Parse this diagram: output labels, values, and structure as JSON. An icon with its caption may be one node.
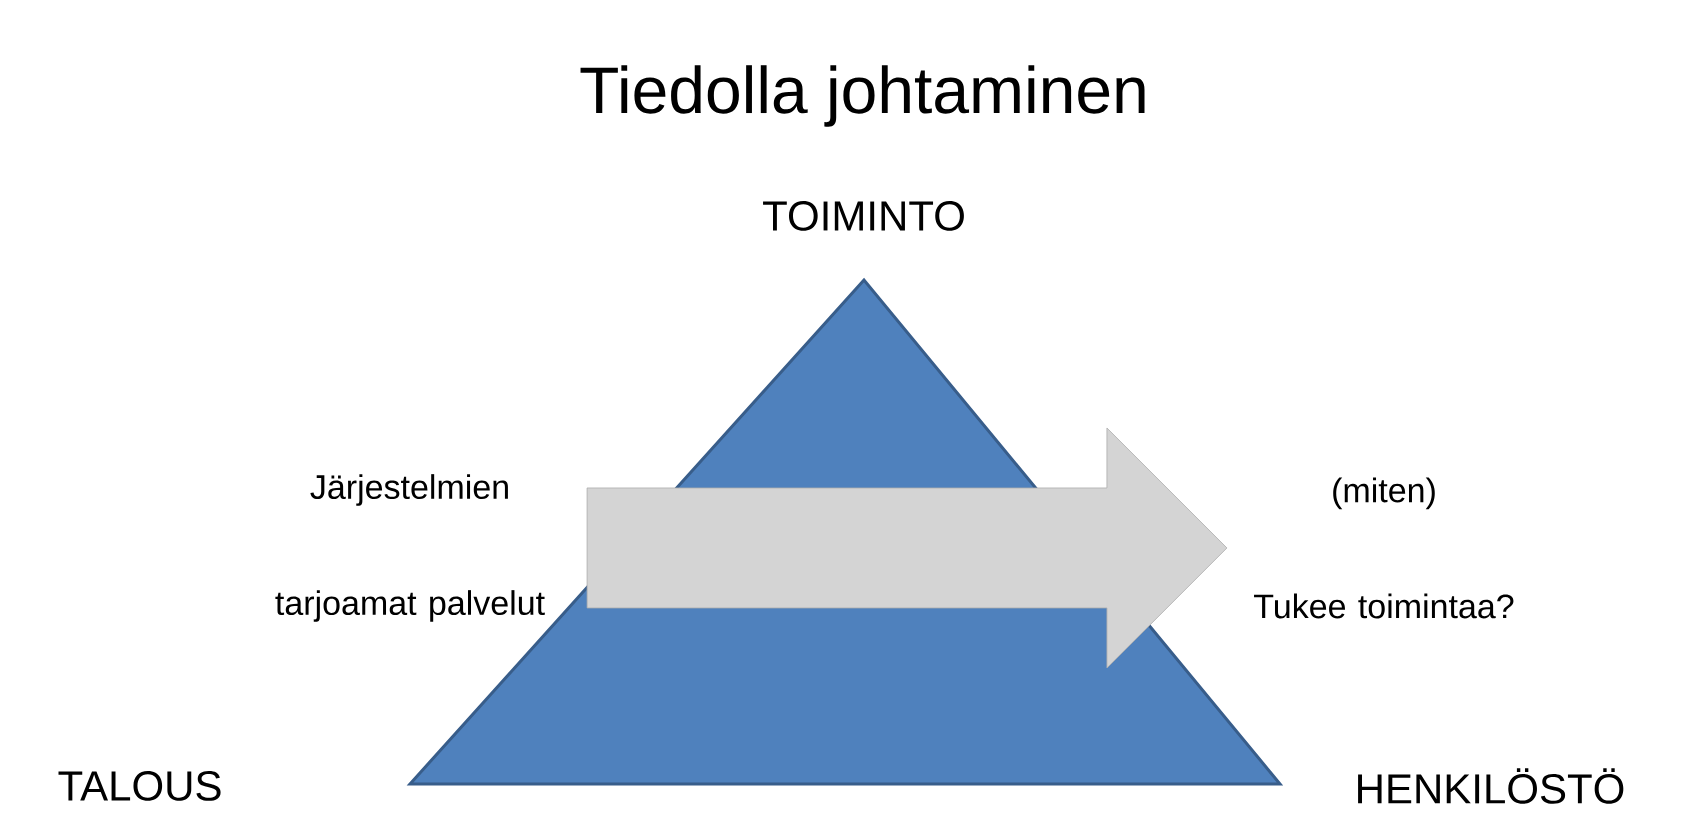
{
  "diagram": {
    "title": "Tiedolla johtaminen",
    "nodes": [
      {
        "text": [],
        "shape": "triangle"
      },
      {
        "text": [
          "Järjestelmien",
          "tarjoamat palvelut"
        ]
      },
      {
        "text": [
          "(miten)",
          "Tukee toimintaa?"
        ]
      }
    ],
    "edges": [
      {
        "from": 1,
        "to": 2,
        "arrow": "to",
        "style": "thick"
      }
    ],
    "labels": [
      "TOIMINTO",
      "TALOUS",
      "HENKILÖSTÖ"
    ]
  }
}
